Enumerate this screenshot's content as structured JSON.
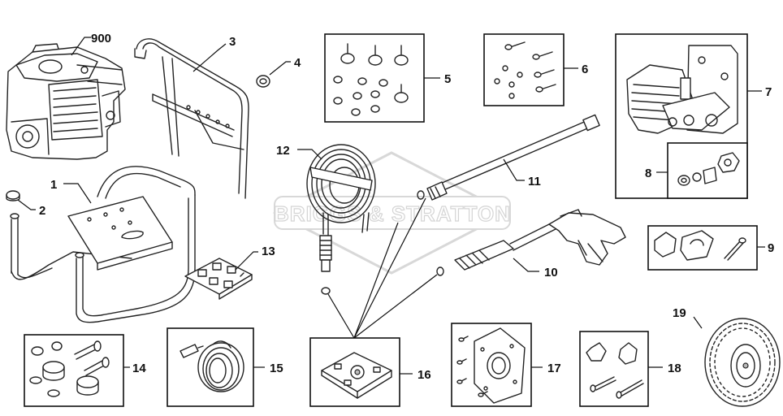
{
  "diagram": {
    "watermark_text": "BRIGGS & STRATTON",
    "callouts": {
      "engine": "900",
      "frame": "1",
      "foot_cap": "2",
      "handle": "3",
      "handle_knob": "4",
      "engine_isolator_kit": "5",
      "handle_bolt_kit": "6",
      "pump": "7",
      "pump_valve_kit": "8",
      "hose_hook_kit": "9",
      "spray_gun": "10",
      "wand": "11",
      "high_pressure_hose": "12",
      "nozzle_kit": "13",
      "engine_mount_kit": "14",
      "cleaning_kit": "15",
      "nozzle_holder_kit": "16",
      "pump_mount_plate_kit": "17",
      "knob_kit": "18",
      "wheel": "19"
    }
  }
}
